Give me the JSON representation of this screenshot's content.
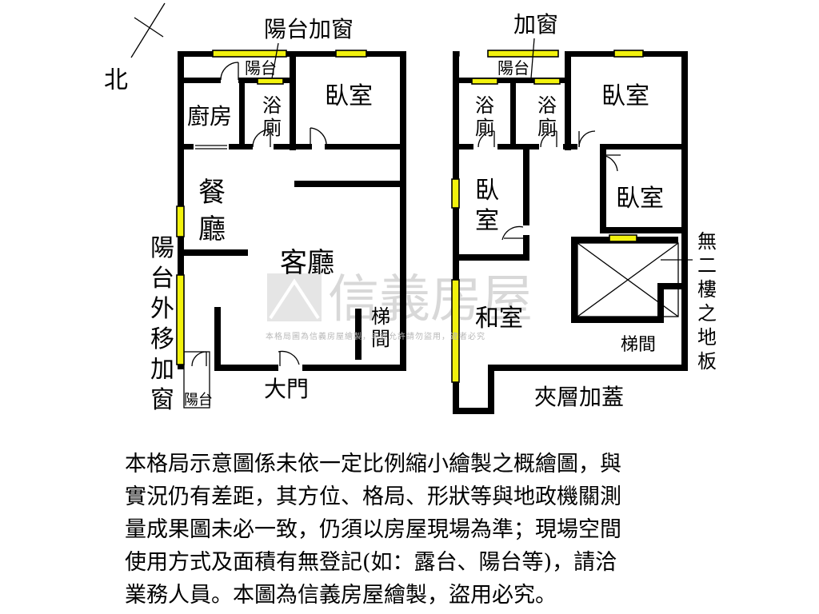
{
  "compass": {
    "north": "北"
  },
  "unit1": {
    "balcony_window_title": "陽台加窗",
    "balcony_top": "陽台",
    "kitchen": "廚房",
    "bath": [
      "浴",
      "廁"
    ],
    "bedroom": "臥室",
    "dining": [
      "餐",
      "廳"
    ],
    "living": "客廳",
    "stairs": [
      "梯",
      "間"
    ],
    "balcony_move_vertical": [
      "陽",
      "台",
      "外",
      "移",
      "加",
      "窗"
    ],
    "balcony_small": "陽台",
    "main_door": "大門"
  },
  "unit2": {
    "window_title": "加窗",
    "balcony_top": "陽台",
    "bath_a": [
      "浴",
      "廁"
    ],
    "bath_b": [
      "浴",
      "廁"
    ],
    "bedroom_top": "臥室",
    "bedroom_left": [
      "臥",
      "室"
    ],
    "bedroom_right": "臥室",
    "washitsu": "和室",
    "stairs": "梯間",
    "no_floor_vertical": [
      "無",
      "二",
      "樓",
      "之",
      "地",
      "板"
    ],
    "mezzanine": "夾層加蓋"
  },
  "watermark": {
    "logo_text": "信義房屋",
    "notice": "本格局圖為信義房屋繪製，未經允許請勿盜用，違者必究"
  },
  "disclaimer": [
    "本格局示意圖係未依一定比例縮小繪製之概繪圖，與",
    "實況仍有差距，其方位、格局、形狀等與地政機關測",
    "量成果圖未必一致，仍須以房屋現場為準；現場空間",
    "使用方式及面積有無登記(如：露台、陽台等)，請洽",
    "業務人員。本圖為信義房屋繪製，盜用必究。"
  ]
}
